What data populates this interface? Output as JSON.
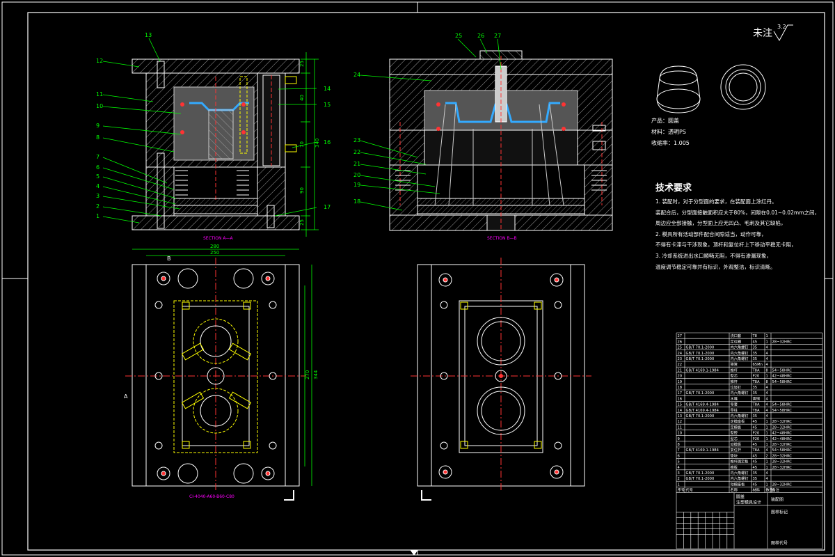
{
  "drawing": {
    "roughness_label": "未注",
    "roughness_value": "3.2",
    "product_label": "产品：圆盖",
    "material_label": "材料：透明PS",
    "shrink_label": "收缩率：1.005",
    "tech_title": "技术要求",
    "tech_lines": [
      "1. 装配时，对于分型面的要求，在装配面上涂红丹。",
      "装配合后，分型面接触面积应大于80%，间隙在0.01~0.02mm之间，",
      "周边应全部接触，分型面上应无凹凸、毛刺及其它缺陷，",
      "2. 模具所有活动部件配合间隙适当，动作可靠，",
      "不得有卡滞与干涉现象，顶杆和复位杆上下移动平稳无卡阻，",
      "3. 冷却系统进出水口顺畅无阻，不得有渗漏现象，",
      "温度调节稳定可靠并有标识，外观整洁，标识清晰。"
    ],
    "section_a_label": "SECTION A—A",
    "section_b_label": "SECTION B—B",
    "view_a_marker": "A",
    "view_b_marker": "B",
    "mold_base_code": "CI-4040-A60-B60-C80",
    "dims": {
      "width_top": "280",
      "width_inner": "250",
      "height_right": "344",
      "height_inner": "270",
      "sec_total": "340",
      "sec_parts": [
        "25",
        "40",
        "70",
        "90",
        "25"
      ]
    },
    "balloons_left": [
      "12",
      "11",
      "10",
      "9",
      "8",
      "7",
      "6",
      "5",
      "4",
      "3",
      "2",
      "1"
    ],
    "balloons_left_top": "13",
    "balloons_right_side": [
      "14",
      "15",
      "16",
      "17"
    ],
    "balloons_b_top": [
      "25",
      "26",
      "27"
    ],
    "balloons_b_left": [
      "24",
      "23",
      "22",
      "21",
      "20",
      "19",
      "18"
    ]
  },
  "bom": {
    "rows": [
      [
        "27",
        "",
        "浇口套",
        "T8",
        "1",
        ""
      ],
      [
        "26",
        "",
        "定位圈",
        "45",
        "1",
        "28~32HRC"
      ],
      [
        "25",
        "GB/T 70.1-2000",
        "内六角螺钉",
        "35",
        "4",
        ""
      ],
      [
        "24",
        "GB/T 70.1-2000",
        "内六角螺钉",
        "35",
        "4",
        ""
      ],
      [
        "23",
        "GB/T 70.1-2000",
        "内六角螺钉",
        "35",
        "4",
        ""
      ],
      [
        "22",
        "",
        "弹簧",
        "65Mn",
        "4",
        ""
      ],
      [
        "21",
        "GB/T 4169.1-1984",
        "推杆",
        "T8A",
        "8",
        "54~58HRC"
      ],
      [
        "20",
        "",
        "型芯",
        "P20",
        "1",
        "42~48HRC"
      ],
      [
        "19",
        "",
        "推杆",
        "T8A",
        "8",
        "54~58HRC"
      ],
      [
        "18",
        "",
        "垃圾钉",
        "35",
        "4",
        ""
      ],
      [
        "17",
        "GB/T 70.1-2000",
        "内六角螺钉",
        "35",
        "4",
        ""
      ],
      [
        "16",
        "",
        "水嘴",
        "黄铜",
        "4",
        ""
      ],
      [
        "15",
        "GB/T 4169.4-1984",
        "导套",
        "T8A",
        "4",
        "54~58HRC"
      ],
      [
        "14",
        "GB/T 4169.4-1984",
        "导柱",
        "T8A",
        "4",
        "54~58HRC"
      ],
      [
        "13",
        "GB/T 70.1-2000",
        "内六角螺钉",
        "35",
        "4",
        ""
      ],
      [
        "12",
        "",
        "定模座板",
        "45",
        "1",
        "28~32HRC"
      ],
      [
        "11",
        "",
        "定模板",
        "45",
        "1",
        "28~32HRC"
      ],
      [
        "10",
        "",
        "型腔",
        "P20",
        "1",
        "42~48HRC"
      ],
      [
        "9",
        "",
        "型芯",
        "P20",
        "1",
        "42~48HRC"
      ],
      [
        "8",
        "",
        "动模板",
        "45",
        "1",
        "28~32HRC"
      ],
      [
        "7",
        "GB/T 4169.1-1984",
        "复位杆",
        "T8A",
        "4",
        "54~58HRC"
      ],
      [
        "6",
        "",
        "垫块",
        "45",
        "2",
        "28~32HRC"
      ],
      [
        "5",
        "",
        "推杆固定板",
        "45",
        "1",
        "28~32HRC"
      ],
      [
        "4",
        "",
        "推板",
        "45",
        "1",
        "28~32HRC"
      ],
      [
        "3",
        "GB/T 70.1-2000",
        "内六角螺钉",
        "35",
        "4",
        ""
      ],
      [
        "2",
        "GB/T 70.1-2000",
        "内六角螺钉",
        "35",
        "4",
        ""
      ],
      [
        "1",
        "",
        "动模座板",
        "45",
        "1",
        "28~32HRC"
      ]
    ],
    "header": [
      "序号",
      "代号",
      "名称",
      "材料",
      "数量",
      "备注"
    ],
    "title_part": "圆盖",
    "title_desc": "注塑模具设计",
    "drawing_name": "装配图",
    "school": "图样代号",
    "sheet": "图样标记"
  }
}
